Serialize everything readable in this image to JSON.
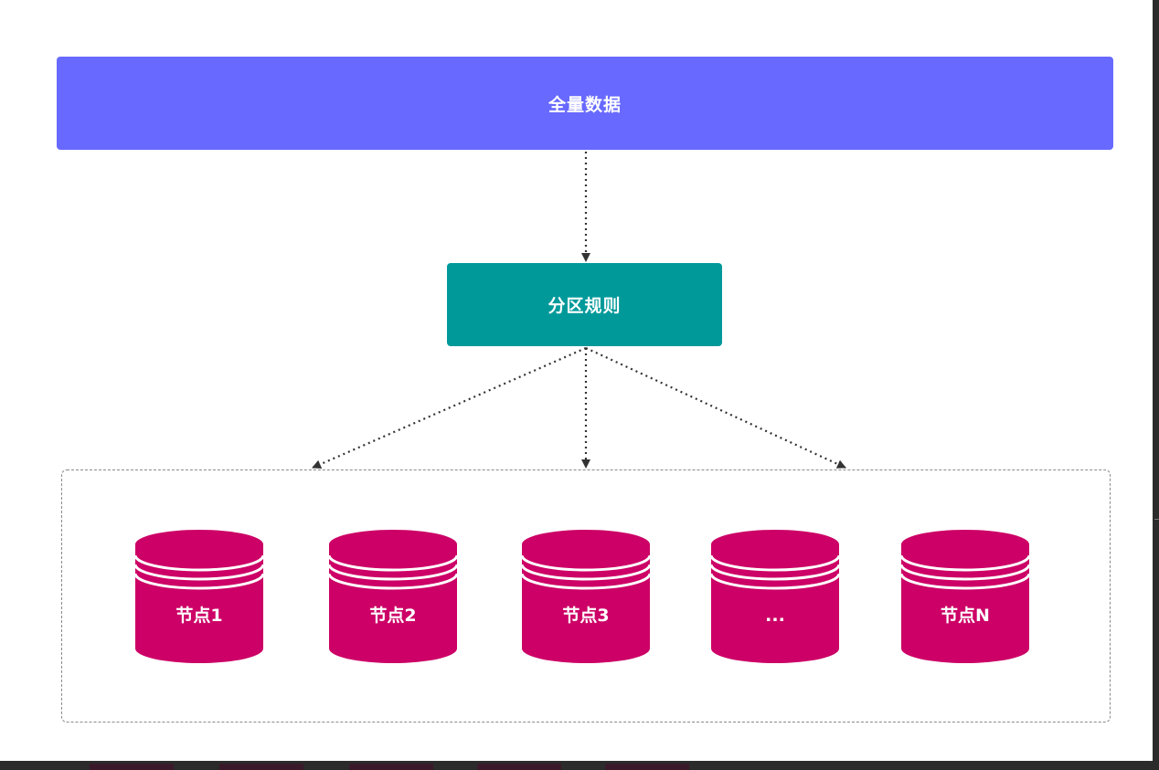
{
  "diagram": {
    "source_box": {
      "label": "全量数据",
      "color": "#6869ff"
    },
    "rule_box": {
      "label": "分区规则",
      "color": "#00999a"
    },
    "nodes": [
      {
        "label": "节点1"
      },
      {
        "label": "节点2"
      },
      {
        "label": "节点3"
      },
      {
        "label": "..."
      },
      {
        "label": "节点N"
      }
    ],
    "node_color": "#cc0066",
    "edges": [
      {
        "from": "全量数据",
        "to": "分区规则",
        "style": "dotted-arrow"
      },
      {
        "from": "分区规则",
        "to": "node-group",
        "style": "dotted-arrow"
      },
      {
        "from": "分区规则",
        "to": "node-group",
        "style": "dotted-arrow"
      },
      {
        "from": "分区规则",
        "to": "node-group",
        "style": "dotted-arrow"
      }
    ]
  }
}
